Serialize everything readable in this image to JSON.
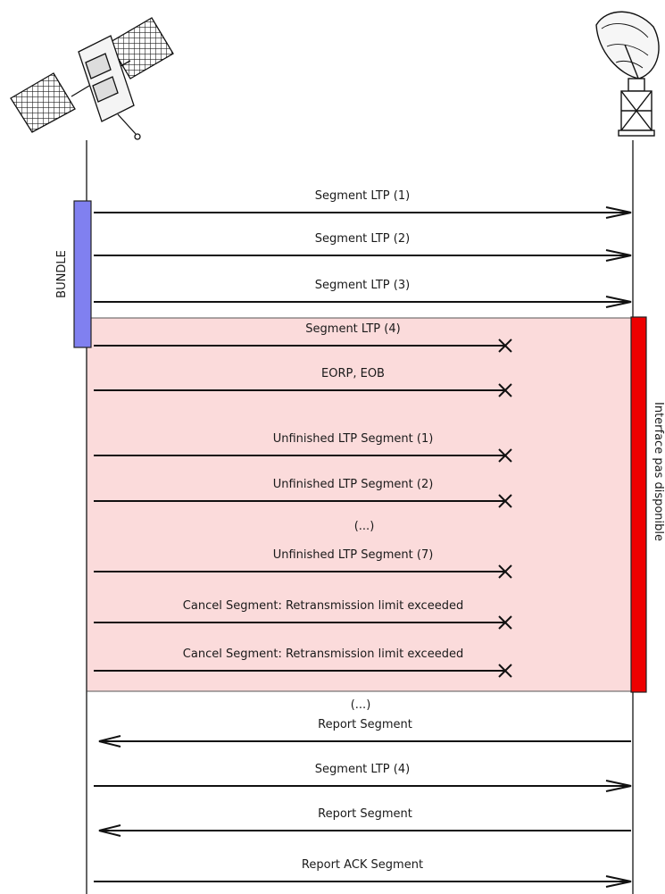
{
  "lifelines": {
    "left": "satellite-icon",
    "right": "ground-station-dish-icon"
  },
  "bundle": {
    "label": "BUNDLE",
    "color": "#8080f0"
  },
  "outage": {
    "label": "Interface pas disponible",
    "bar_color": "#ee0000",
    "region_color": "#fbdbdb"
  },
  "messages": [
    {
      "label": "Segment LTP (1)",
      "direction": "right",
      "lost": false
    },
    {
      "label": "Segment LTP (2)",
      "direction": "right",
      "lost": false
    },
    {
      "label": "Segment LTP (3)",
      "direction": "right",
      "lost": false
    },
    {
      "label": "Segment LTP (4)",
      "direction": "right",
      "lost": true
    },
    {
      "label": "EORP, EOB",
      "direction": "right",
      "lost": true
    },
    {
      "label": "Unfinished LTP Segment (1)",
      "direction": "right",
      "lost": true
    },
    {
      "label": "Unfinished LTP Segment (2)",
      "direction": "right",
      "lost": true
    },
    {
      "label": "Unfinished LTP Segment (7)",
      "direction": "right",
      "lost": true
    },
    {
      "label": "Cancel Segment: Retransmission limit exceeded",
      "direction": "right",
      "lost": true
    },
    {
      "label": "Cancel Segment: Retransmission limit exceeded",
      "direction": "right",
      "lost": true
    },
    {
      "label": "Report Segment",
      "direction": "left",
      "lost": false
    },
    {
      "label": "Segment LTP (4)",
      "direction": "right",
      "lost": false
    },
    {
      "label": "Report Segment",
      "direction": "left",
      "lost": false
    },
    {
      "label": "Report ACK Segment",
      "direction": "right",
      "lost": false
    }
  ],
  "ellipses": [
    "(...)",
    "(...)"
  ]
}
